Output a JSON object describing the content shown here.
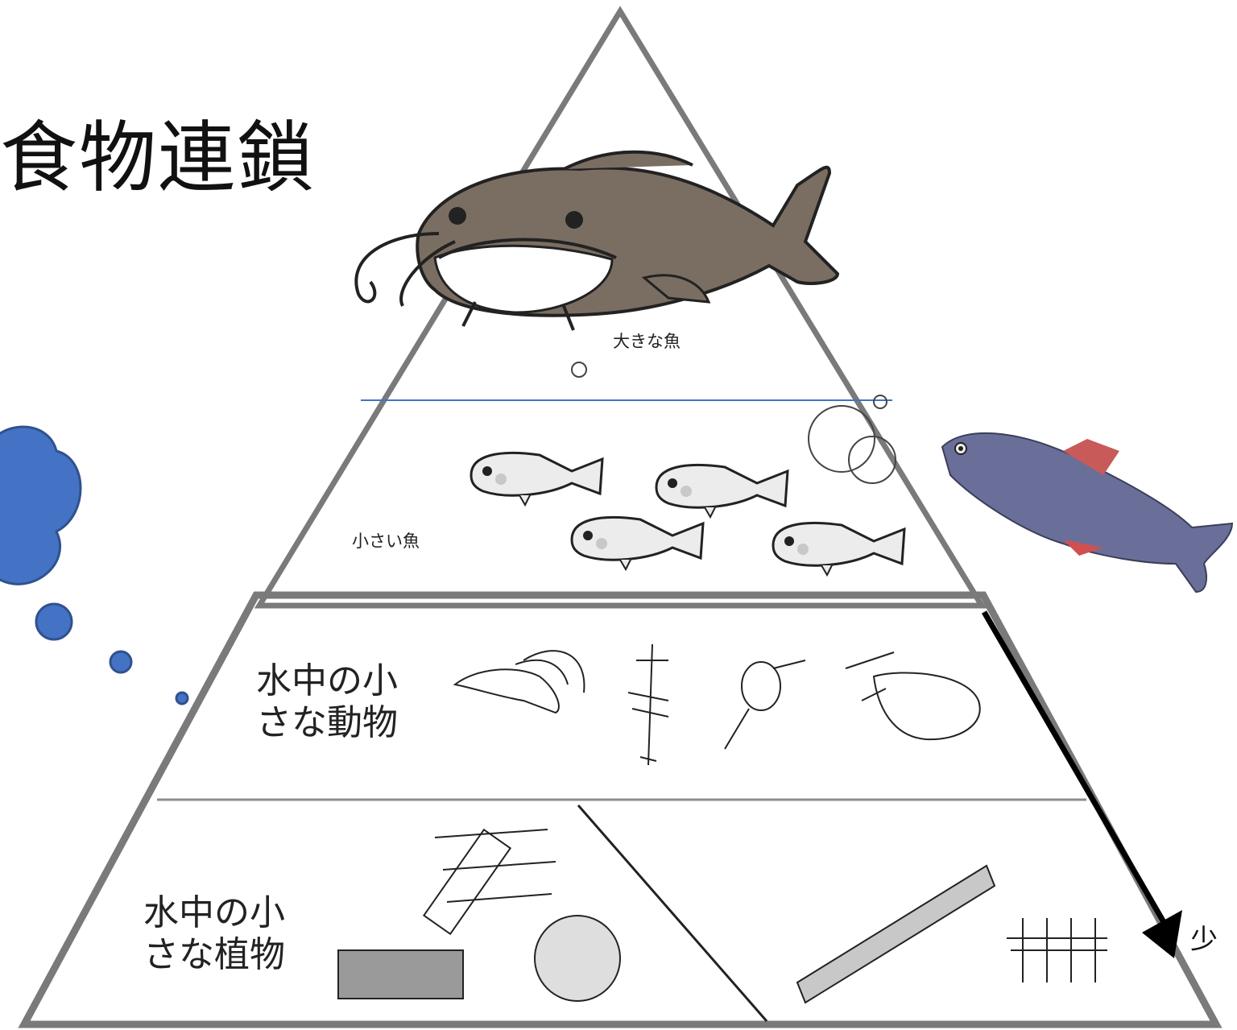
{
  "title": "食物連鎖",
  "levels": {
    "big_fish": "大きな魚",
    "small_fish": "小さい魚",
    "small_animals_line1": "水中の小",
    "small_animals_line2": "さな動物",
    "small_plants_line1": "水中の小",
    "small_plants_line2": "さな植物"
  },
  "arrow_label": "少",
  "colors": {
    "pyramid_stroke": "#7a7a7a",
    "divider_blue": "#4472c4",
    "cloud_blue": "#4472c4",
    "catfish_body": "#7a6e63",
    "arrow": "#000000"
  },
  "icons": [
    "catfish-illustration",
    "small-fish-illustration",
    "bitterling-photo",
    "zooplankton-illustration",
    "phytoplankton-illustration",
    "thought-cloud"
  ]
}
